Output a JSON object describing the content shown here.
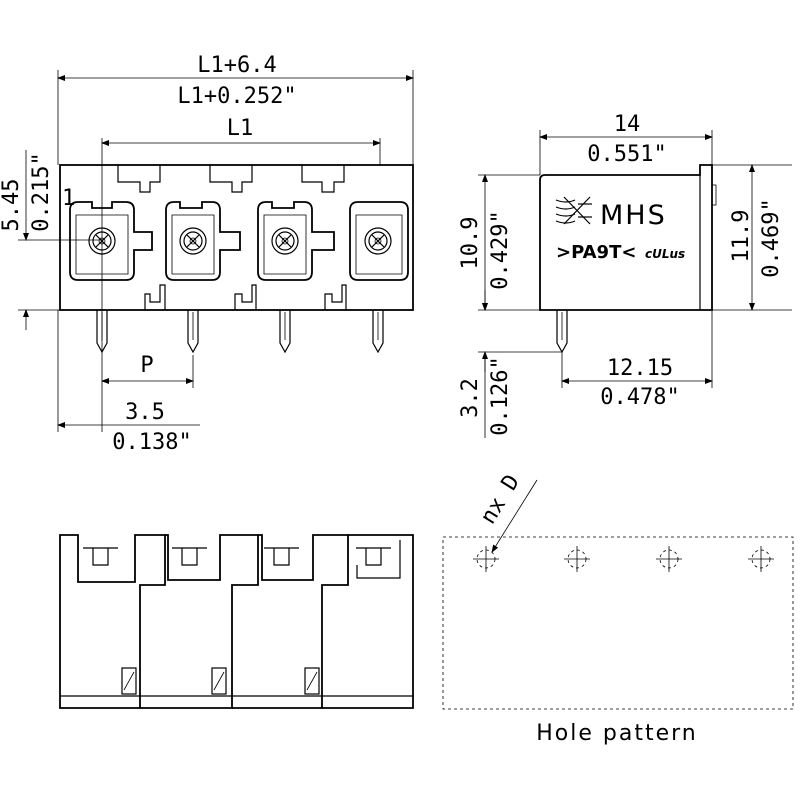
{
  "front_view": {
    "overall_mm": "L1+6.4",
    "overall_in": "L1+0.252\"",
    "pitch_span": "L1",
    "height_mm": "5.45",
    "height_in": "0.215\"",
    "pin1_marker": "1",
    "pitch": "P",
    "edge_offset_mm": "3.5",
    "edge_offset_in": "0.138\"",
    "pole_count": 4
  },
  "side_view": {
    "width_mm": "14",
    "width_in": "0.551\"",
    "pin_height_mm": "10.9",
    "pin_height_in": "0.429\"",
    "body_height_mm": "11.9",
    "body_height_in": "0.469\"",
    "pin_length_mm": "3.2",
    "pin_length_in": "0.126\"",
    "pin_offset_mm": "12.15",
    "pin_offset_in": "0.478\"",
    "brand": "MHS",
    "material": ">PA9T<",
    "cert_mark": "cULus"
  },
  "hole_pattern": {
    "callout": "nx D",
    "title": "Hole pattern",
    "hole_count": 4
  }
}
